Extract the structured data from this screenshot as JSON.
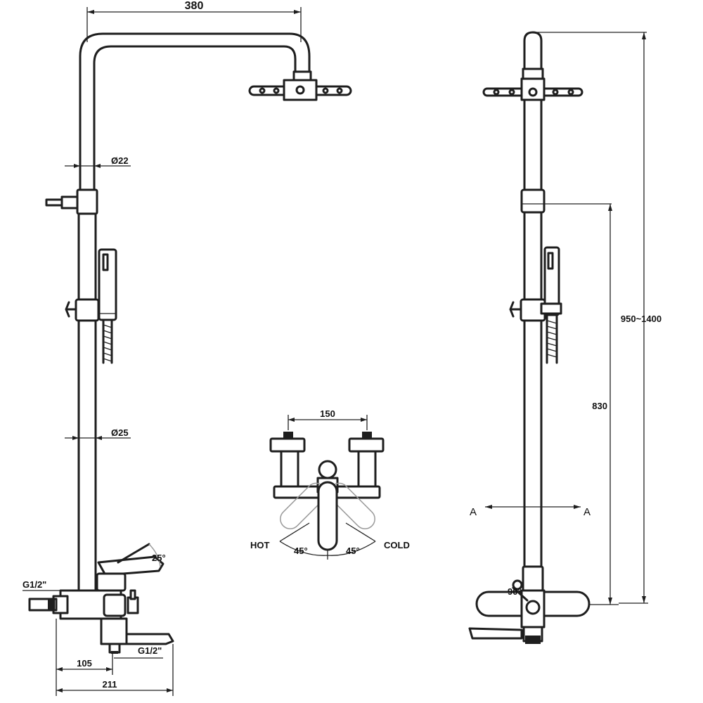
{
  "drawing": {
    "front_view": {
      "dim_width_top": "380",
      "dim_pipe_upper": "Ø22",
      "dim_pipe_lower": "Ø25",
      "dim_inlet": "G1/2\"",
      "dim_outlet": "G1/2\"",
      "dim_lever_angle": "25°",
      "dim_bottom_short": "105",
      "dim_bottom_long": "211"
    },
    "top_view": {
      "dim_centers": "150",
      "label_hot": "HOT",
      "label_cold": "COLD",
      "angle_hot": "45°",
      "angle_cold": "45°"
    },
    "side_view": {
      "dim_total_height": "950~1400",
      "dim_bar_height": "830",
      "section_left": "A",
      "section_right": "A",
      "dim_handle_angle": "90°"
    },
    "icons": [
      "shower-head-icon",
      "hand-shower-icon",
      "mixer-valve-icon",
      "diverter-knob-icon"
    ],
    "colors": {
      "line": "#1e1e1e",
      "background": "#ffffff"
    }
  }
}
